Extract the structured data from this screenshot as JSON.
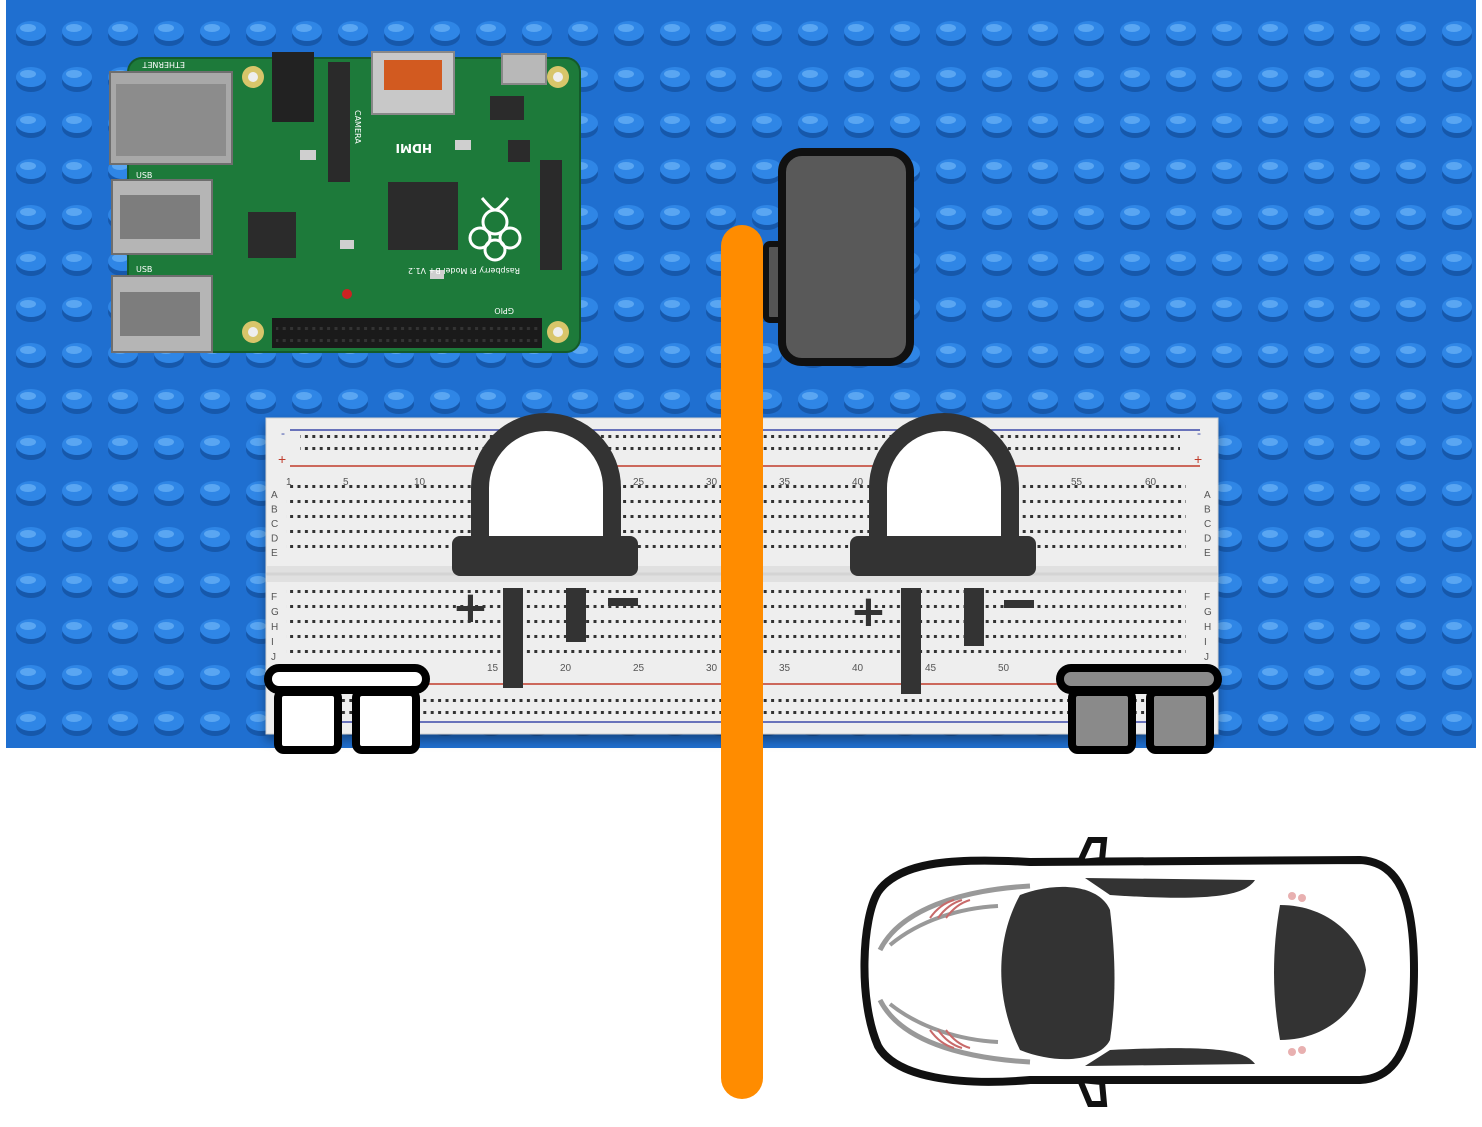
{
  "colors": {
    "lego_base": "#1f6fd0",
    "pi_board": "#1d7a3a",
    "breadboard": "#eeeeee",
    "orange_wire": "#ff8c00",
    "outline": "#111111"
  },
  "raspberry_pi": {
    "labels": [
      "ETHERNET",
      "CAMERA",
      "HDMI",
      "USB",
      "USB",
      "GPIO",
      "Raspberry Pi Model B+ V1.2"
    ]
  },
  "breadboard": {
    "row_letters_top": [
      "A",
      "B",
      "C",
      "D",
      "E"
    ],
    "row_letters_bottom": [
      "F",
      "G",
      "H",
      "I",
      "J"
    ],
    "top_col_numbers": [
      "1",
      "5",
      "10",
      "25",
      "30",
      "35",
      "40",
      "55",
      "60"
    ],
    "bottom_col_numbers": [
      "15",
      "20",
      "25",
      "30",
      "35",
      "40",
      "45",
      "50"
    ],
    "rail_plus": "+",
    "rail_minus": "-"
  },
  "leds": [
    {
      "name": "left",
      "plus": "+",
      "minus": "-",
      "state": "off"
    },
    {
      "name": "right",
      "plus": "+",
      "minus": "-",
      "state": "off"
    }
  ],
  "buttons": [
    {
      "name": "left",
      "state": "released"
    },
    {
      "name": "right",
      "state": "pressed"
    }
  ],
  "icons": [
    "raspberry-pi-board",
    "breadboard",
    "led-icon",
    "push-button-icon",
    "ultrasonic-sensor-icon",
    "car-icon",
    "orange-wire"
  ]
}
